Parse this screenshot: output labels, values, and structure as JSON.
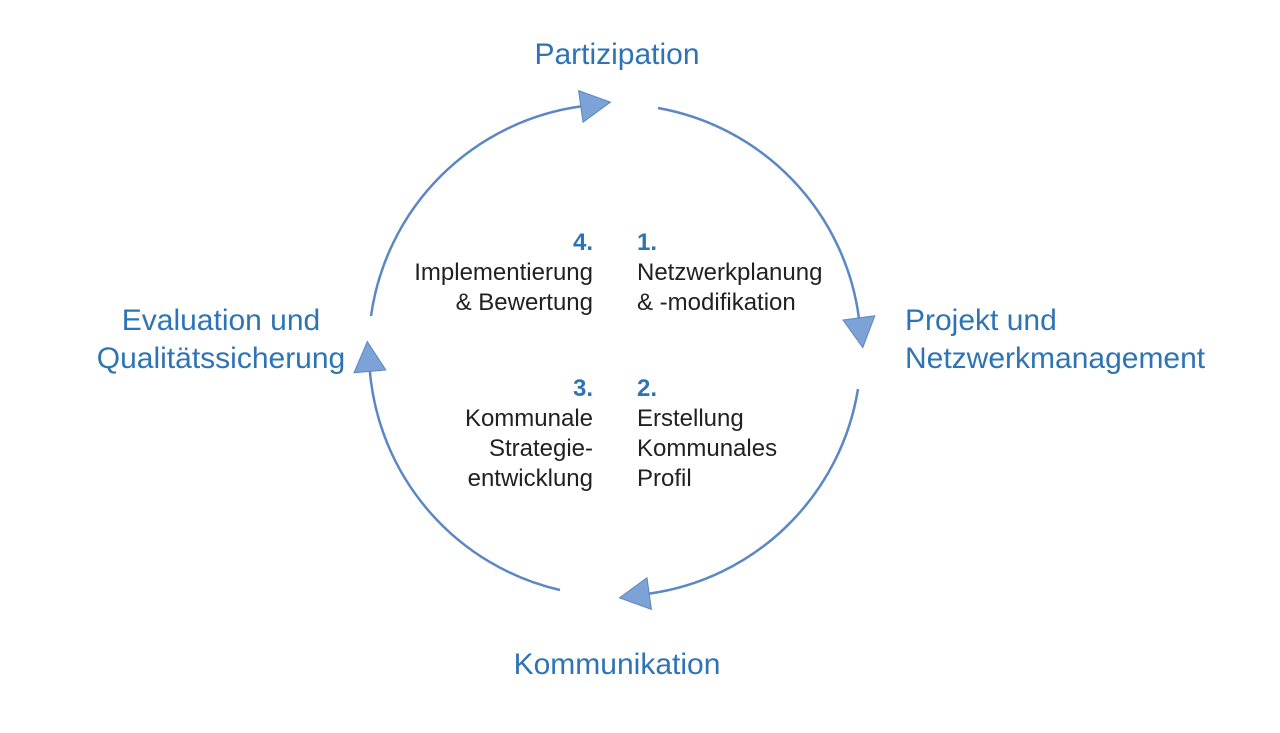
{
  "cycle": {
    "outer_labels": {
      "top": "Partizipation",
      "right_lines": [
        "Projekt und",
        "Netzwerkmanagement"
      ],
      "bottom": "Kommunikation",
      "left_lines": [
        "Evaluation und",
        "Qualitätssicherung"
      ]
    },
    "steps": [
      {
        "number": "1.",
        "lines": [
          "Netzwerkplanung",
          "& -modifikation"
        ]
      },
      {
        "number": "2.",
        "lines": [
          "Erstellung",
          "Kommunales",
          "Profil"
        ]
      },
      {
        "number": "3.",
        "lines": [
          "Kommunale",
          "Strategie-",
          "entwicklung"
        ]
      },
      {
        "number": "4.",
        "lines": [
          "Implementierung",
          "& Bewertung"
        ]
      }
    ],
    "icons": {
      "top_arrowhead": "arrow-right",
      "right_arrowhead": "arrow-down",
      "bottom_arrowhead": "arrow-left",
      "left_arrowhead": "arrow-up"
    },
    "direction": "clockwise",
    "colors": {
      "label_blue": "#2E74B5",
      "arc_stroke": "#5B87C4",
      "arrowhead_fill": "#7CA2D6",
      "body_text": "#212121",
      "background": "#FFFFFF"
    }
  }
}
